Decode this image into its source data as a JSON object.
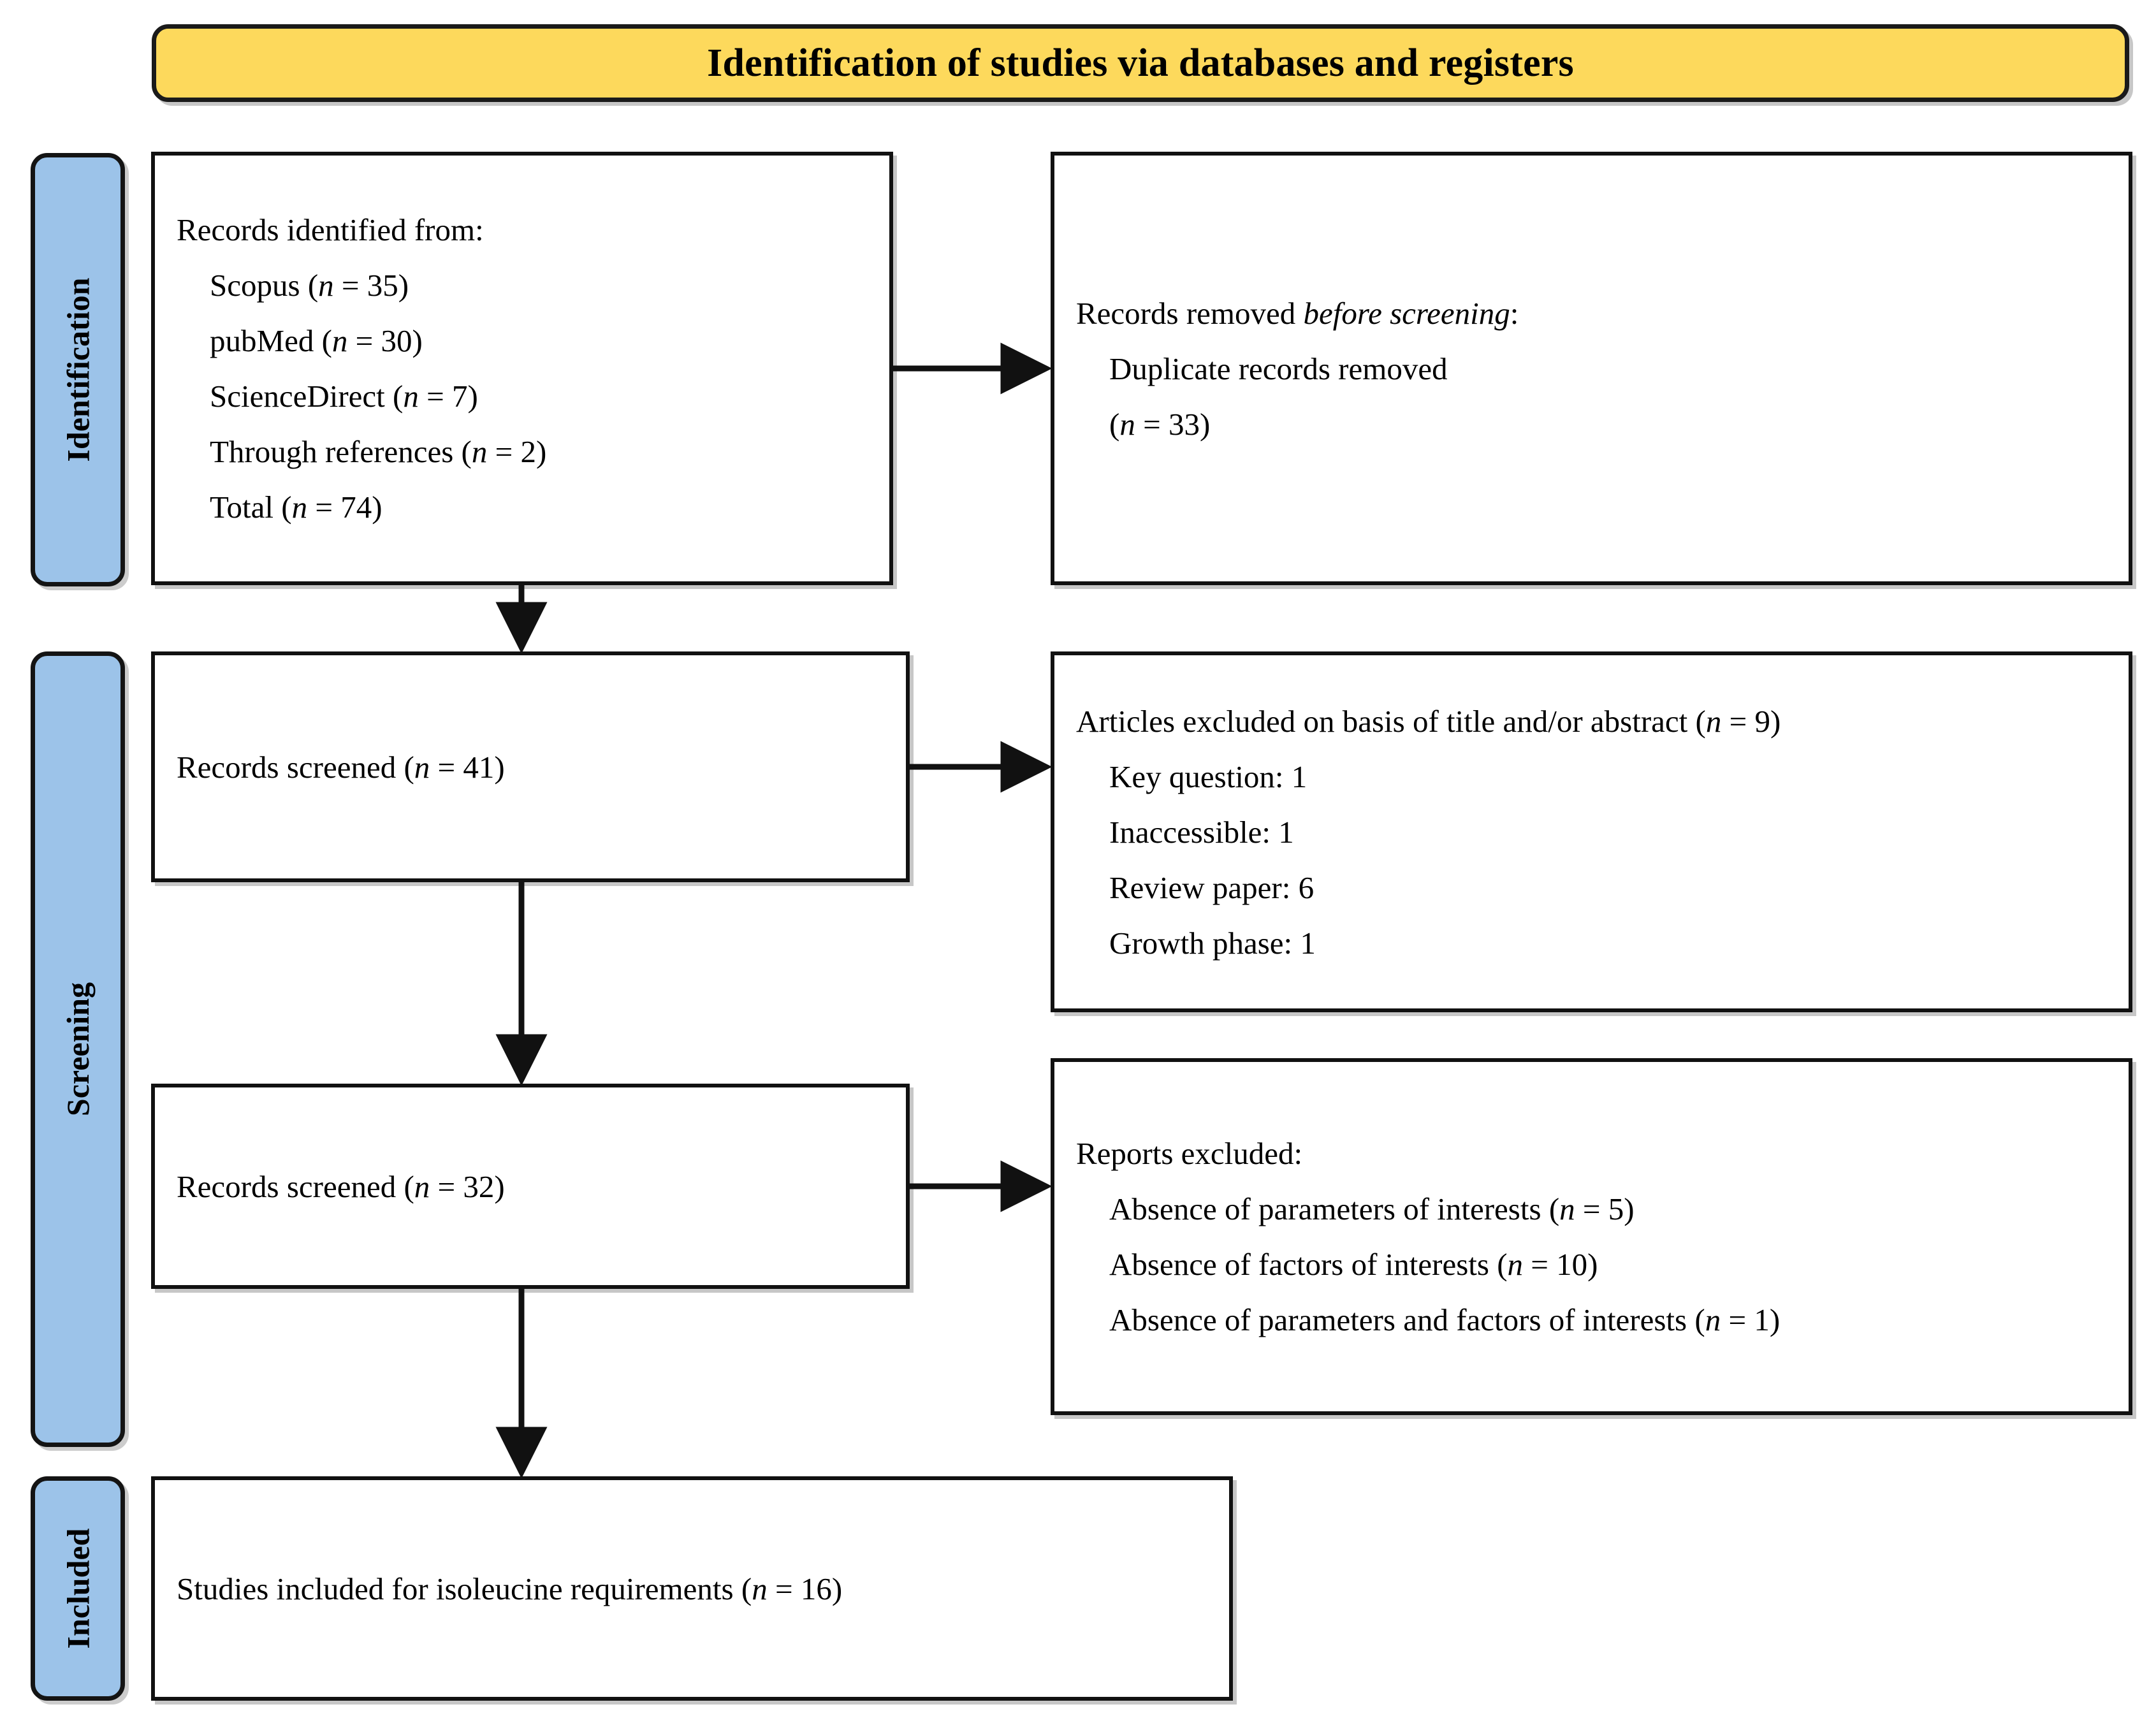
{
  "title": {
    "text": "Identification of studies via databases and registers",
    "banner_color": "#FDD95C"
  },
  "stages": {
    "accent_color": "#9CC3E9",
    "identification": "Identification",
    "screening": "Screening",
    "included": "Included"
  },
  "boxes": {
    "records_identified": {
      "heading": "Records identified from:",
      "items": [
        "Scopus (n = 35)",
        "pubMed (n = 30)",
        "ScienceDirect (n = 7)",
        "Through references (n = 2)",
        "Total (n = 74)"
      ]
    },
    "records_removed": {
      "heading_pre": "Records removed ",
      "heading_italic": "before screening",
      "heading_post": ":",
      "items": [
        "Duplicate records removed",
        "(n = 33)"
      ]
    },
    "records_screened_41": {
      "text": "Records screened (n = 41)"
    },
    "articles_excluded": {
      "heading": "Articles excluded on basis of title and/or abstract (n = 9)",
      "items": [
        "Key question: 1",
        "Inaccessible: 1",
        "Review paper: 6",
        "Growth phase: 1"
      ]
    },
    "records_screened_32": {
      "text": "Records screened (n = 32)"
    },
    "reports_excluded": {
      "heading": "Reports excluded:",
      "items": [
        "Absence of parameters of interests (n = 5)",
        "Absence of factors of interests  (n = 10)",
        "Absence of parameters and factors of interests (n = 1)"
      ]
    },
    "studies_included": {
      "text": "Studies included for isoleucine requirements (n = 16)"
    }
  },
  "flow": {
    "type": "prisma-flow-diagram",
    "arrows": [
      {
        "name": "identified-to-removed",
        "direction": "right"
      },
      {
        "name": "identified-to-screened41",
        "direction": "down"
      },
      {
        "name": "screened41-to-excluded",
        "direction": "right"
      },
      {
        "name": "screened41-to-screened32",
        "direction": "down"
      },
      {
        "name": "screened32-to-reports",
        "direction": "right"
      },
      {
        "name": "screened32-to-included",
        "direction": "down"
      }
    ]
  }
}
